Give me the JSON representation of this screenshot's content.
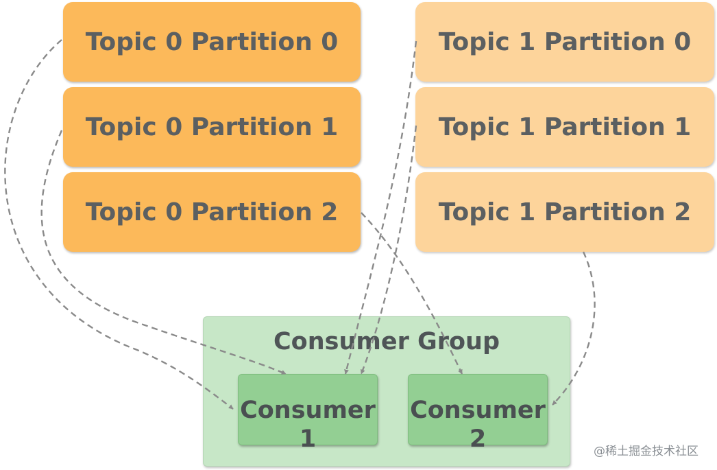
{
  "topic0": {
    "partitions": [
      "Topic 0 Partition 0",
      "Topic 0 Partition 1",
      "Topic 0 Partition 2"
    ],
    "color": "#fcb95a"
  },
  "topic1": {
    "partitions": [
      "Topic 1 Partition 0",
      "Topic 1 Partition 1",
      "Topic 1 Partition 2"
    ],
    "color": "#fdd49b"
  },
  "consumer_group": {
    "title": "Consumer Group",
    "color": "#c7e7c7",
    "consumers": [
      {
        "label": "Consumer",
        "number": "1"
      },
      {
        "label": "Consumer",
        "number": "2"
      }
    ],
    "consumer_color": "#93cf93"
  },
  "assignments": [
    {
      "from": "Topic 0 Partition 0",
      "to": "Consumer 1"
    },
    {
      "from": "Topic 0 Partition 1",
      "to": "Consumer 1"
    },
    {
      "from": "Topic 0 Partition 2",
      "to": "Consumer 2"
    },
    {
      "from": "Topic 1 Partition 0",
      "to": "Consumer 1"
    },
    {
      "from": "Topic 1 Partition 1",
      "to": "Consumer 1"
    },
    {
      "from": "Topic 1 Partition 2",
      "to": "Consumer 2"
    }
  ],
  "watermark": "@稀土掘金技术社区"
}
